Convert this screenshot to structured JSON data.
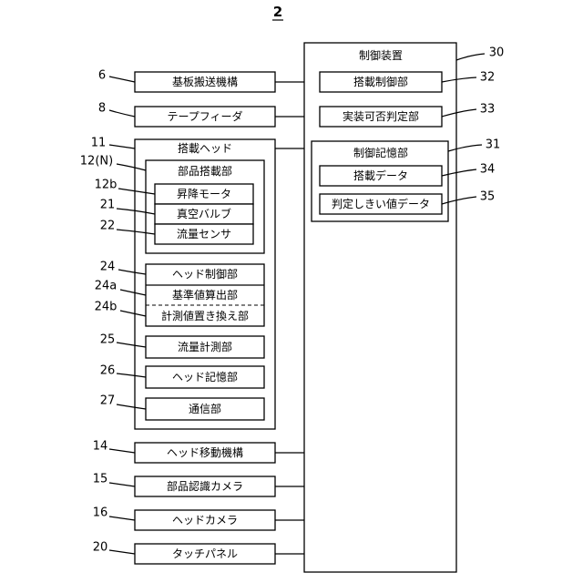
{
  "figure_number": "2",
  "control_device": {
    "ref": "30",
    "title": "制御装置",
    "mount_control": {
      "ref": "32",
      "label": "搭載制御部"
    },
    "judgement": {
      "ref": "33",
      "label": "実装可否判定部"
    },
    "memory": {
      "ref": "31",
      "title": "制御記憶部",
      "mount_data": {
        "ref": "34",
        "label": "搭載データ"
      },
      "threshold_data": {
        "ref": "35",
        "label": "判定しきい値データ"
      }
    }
  },
  "left_units": {
    "board_transport": {
      "ref": "6",
      "label": "基板搬送機構"
    },
    "tape_feeder": {
      "ref": "8",
      "label": "テープフィーダ"
    },
    "head_moving": {
      "ref": "14",
      "label": "ヘッド移動機構"
    },
    "part_camera": {
      "ref": "15",
      "label": "部品認識カメラ"
    },
    "head_camera": {
      "ref": "16",
      "label": "ヘッドカメラ"
    },
    "touch_panel": {
      "ref": "20",
      "label": "タッチパネル"
    }
  },
  "mounting_head": {
    "ref": "11",
    "title": "搭載ヘッド",
    "part_mounting": {
      "ref": "12(N)",
      "title": "部品搭載部",
      "lift_motor": {
        "ref": "12b",
        "label": "昇降モータ"
      },
      "vacuum_valve": {
        "ref": "21",
        "label": "真空バルブ"
      },
      "flow_sensor": {
        "ref": "22",
        "label": "流量センサ"
      }
    },
    "head_control": {
      "ref": "24",
      "label": "ヘッド制御部"
    },
    "reference_calc": {
      "ref": "24a",
      "label": "基準値算出部"
    },
    "value_rewrite": {
      "ref": "24b",
      "label": "計測値置き換え部"
    },
    "flow_measure": {
      "ref": "25",
      "label": "流量計測部"
    },
    "head_memory": {
      "ref": "26",
      "label": "ヘッド記憶部"
    },
    "communication": {
      "ref": "27",
      "label": "通信部"
    }
  }
}
